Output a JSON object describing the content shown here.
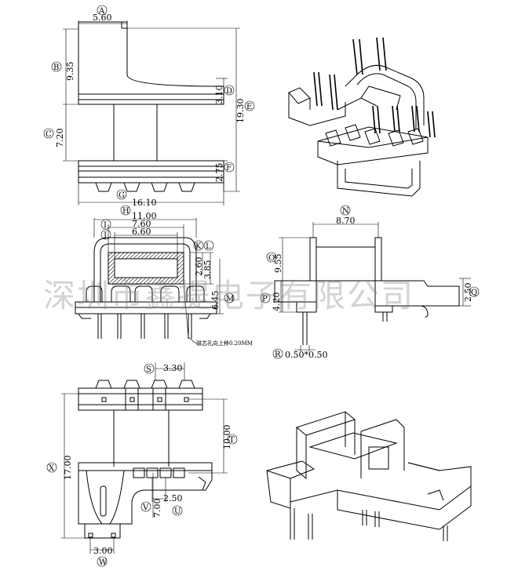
{
  "watermark": "深圳市鑫提电子有限公司",
  "dims": {
    "A": "5.60",
    "B": "9.35",
    "C": "7.20",
    "D": "3.10",
    "E": "19.30",
    "F": "2.75",
    "G": "16.10",
    "H": "11.00",
    "I": "7.60",
    "J": "6.60",
    "K": "2.60",
    "L": "3.85",
    "M": "6.45",
    "N": "8.70",
    "O": "9.55",
    "P": "4.20",
    "Q": "2.50",
    "R": "0.50*0.50",
    "S": "3.30",
    "T": "10.00",
    "U": "2.50",
    "V": "7.00",
    "W": "3.00",
    "X": "17.00"
  },
  "note": "磁芯孔向上移0.20MM"
}
